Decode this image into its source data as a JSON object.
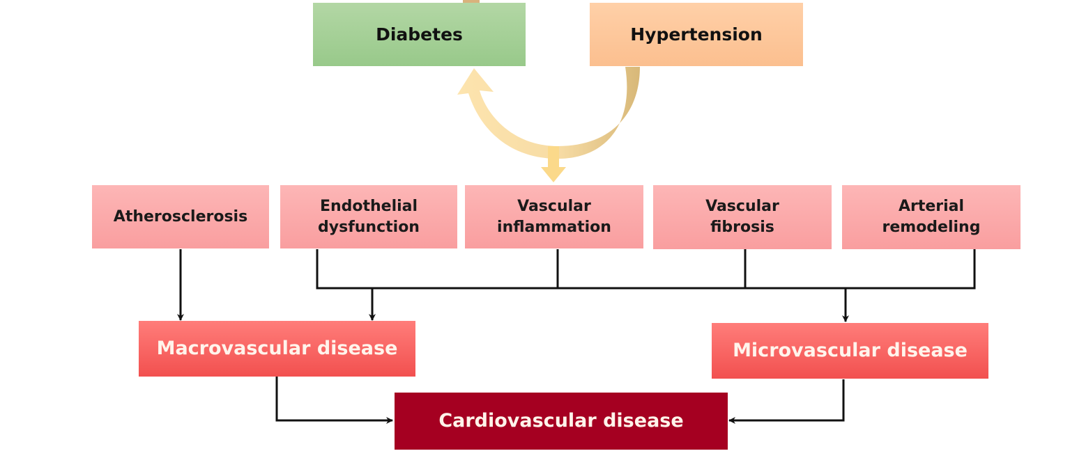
{
  "diagram": {
    "risk_factors": [
      {
        "id": "diabetes",
        "label": "Diabetes",
        "color": "#a6d096"
      },
      {
        "id": "hypertension",
        "label": "Hypertension",
        "color": "#fcc89c"
      }
    ],
    "mechanisms": [
      {
        "id": "atherosclerosis",
        "line1": "Atherosclerosis",
        "line2": ""
      },
      {
        "id": "endothelial-dysfunction",
        "line1": "Endothelial",
        "line2": "dysfunction"
      },
      {
        "id": "vascular-inflammation",
        "line1": "Vascular",
        "line2": "inflammation"
      },
      {
        "id": "vascular-fibrosis",
        "line1": "Vascular",
        "line2": "fibrosis"
      },
      {
        "id": "arterial-remodeling",
        "line1": "Arterial",
        "line2": "remodeling"
      }
    ],
    "diseases": {
      "macrovascular": "Macrovascular disease",
      "microvascular": "Microvascular disease",
      "cardiovascular": "Cardiovascular disease"
    },
    "colors": {
      "mechanism": "#fba8a8",
      "disease": "#f65c5a",
      "cardiovascular": "#a50021",
      "arrow_curve": "#f9dc9c",
      "connector": "#111111"
    }
  }
}
